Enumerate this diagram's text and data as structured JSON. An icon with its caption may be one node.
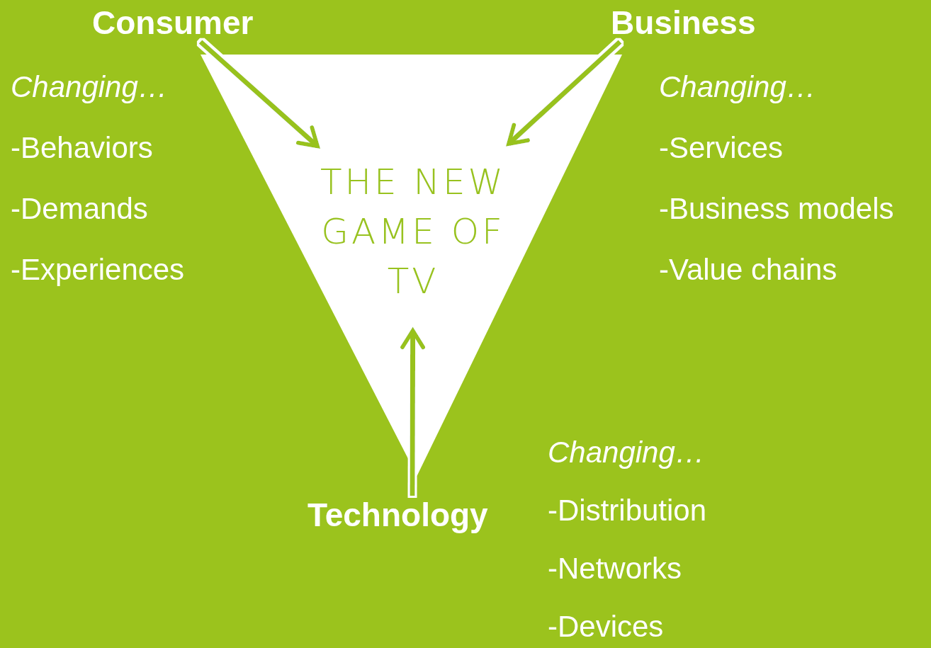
{
  "diagram": {
    "nodes": [
      {
        "text": [
          "Consumer"
        ]
      },
      {
        "text": [
          "Business"
        ]
      },
      {
        "text": [
          "THE NEW GAME OF TV"
        ]
      },
      {
        "text": [
          "Technology"
        ]
      }
    ],
    "edges": [
      {
        "from": 0,
        "to": 2,
        "arrow": "to"
      },
      {
        "from": 1,
        "to": 2,
        "arrow": "to"
      },
      {
        "from": 3,
        "to": 2,
        "arrow": "to"
      }
    ],
    "labels": [
      "Changing…",
      "Changing…",
      "-Behaviors",
      "-Services",
      "-Demands",
      "-Business models",
      "-Experiences",
      "-Value chains",
      "Changing…",
      "-Distribution",
      "-Networks",
      "-Devices"
    ]
  }
}
